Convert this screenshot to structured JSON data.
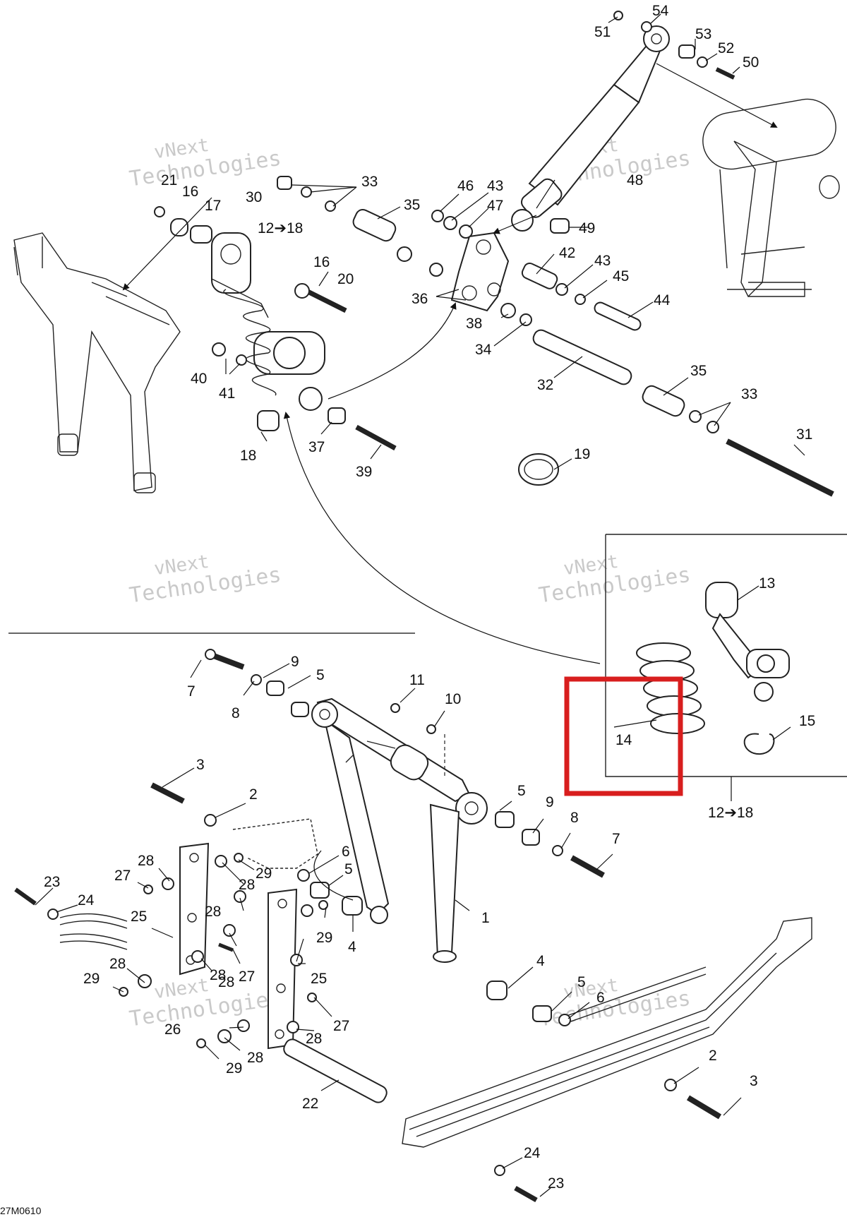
{
  "diagram": {
    "reference_code": "27M0610",
    "highlight_color": "#d81e1e",
    "watermark": {
      "line1": "vNext",
      "line2": "Technologies"
    },
    "inset_callout": "12➔18",
    "callouts": [
      {
        "id": "c51",
        "label": "51"
      },
      {
        "id": "c54",
        "label": "54"
      },
      {
        "id": "c53",
        "label": "53"
      },
      {
        "id": "c52",
        "label": "52"
      },
      {
        "id": "c50",
        "label": "50"
      },
      {
        "id": "c21",
        "label": "21"
      },
      {
        "id": "c16a",
        "label": "16"
      },
      {
        "id": "c17",
        "label": "17"
      },
      {
        "id": "c30",
        "label": "30"
      },
      {
        "id": "c33a",
        "label": "33"
      },
      {
        "id": "c35a",
        "label": "35"
      },
      {
        "id": "c46",
        "label": "46"
      },
      {
        "id": "c43a",
        "label": "43"
      },
      {
        "id": "c47",
        "label": "47"
      },
      {
        "id": "c48",
        "label": "48"
      },
      {
        "id": "c49",
        "label": "49"
      },
      {
        "id": "c1218a",
        "label": "12➔18"
      },
      {
        "id": "c16b",
        "label": "16"
      },
      {
        "id": "c20",
        "label": "20"
      },
      {
        "id": "c42",
        "label": "42"
      },
      {
        "id": "c43b",
        "label": "43"
      },
      {
        "id": "c45",
        "label": "45"
      },
      {
        "id": "c36",
        "label": "36"
      },
      {
        "id": "c38",
        "label": "38"
      },
      {
        "id": "c44",
        "label": "44"
      },
      {
        "id": "c34",
        "label": "34"
      },
      {
        "id": "c40",
        "label": "40"
      },
      {
        "id": "c41",
        "label": "41"
      },
      {
        "id": "c32",
        "label": "32"
      },
      {
        "id": "c35b",
        "label": "35"
      },
      {
        "id": "c33b",
        "label": "33"
      },
      {
        "id": "c18",
        "label": "18"
      },
      {
        "id": "c37",
        "label": "37"
      },
      {
        "id": "c39",
        "label": "39"
      },
      {
        "id": "c19",
        "label": "19"
      },
      {
        "id": "c31",
        "label": "31"
      },
      {
        "id": "c13",
        "label": "13"
      },
      {
        "id": "c14",
        "label": "14"
      },
      {
        "id": "c15",
        "label": "15"
      },
      {
        "id": "c9a",
        "label": "9"
      },
      {
        "id": "c7a",
        "label": "7"
      },
      {
        "id": "c8a",
        "label": "8"
      },
      {
        "id": "c5a",
        "label": "5"
      },
      {
        "id": "c11",
        "label": "11"
      },
      {
        "id": "c10",
        "label": "10"
      },
      {
        "id": "c3a",
        "label": "3"
      },
      {
        "id": "c2a",
        "label": "2"
      },
      {
        "id": "c5b",
        "label": "5"
      },
      {
        "id": "c9b",
        "label": "9"
      },
      {
        "id": "c8b",
        "label": "8"
      },
      {
        "id": "c7b",
        "label": "7"
      },
      {
        "id": "c6a",
        "label": "6"
      },
      {
        "id": "c5c",
        "label": "5"
      },
      {
        "id": "c28a",
        "label": "28"
      },
      {
        "id": "c27a",
        "label": "27"
      },
      {
        "id": "c29a",
        "label": "29"
      },
      {
        "id": "c28b",
        "label": "28"
      },
      {
        "id": "c23a",
        "label": "23"
      },
      {
        "id": "c24a",
        "label": "24"
      },
      {
        "id": "c25a",
        "label": "25"
      },
      {
        "id": "c28c",
        "label": "28"
      },
      {
        "id": "c29b",
        "label": "29"
      },
      {
        "id": "c4a",
        "label": "4"
      },
      {
        "id": "c1",
        "label": "1"
      },
      {
        "id": "c28d",
        "label": "28"
      },
      {
        "id": "c27b",
        "label": "27"
      },
      {
        "id": "c28e",
        "label": "28"
      },
      {
        "id": "c29c",
        "label": "29"
      },
      {
        "id": "c28f",
        "label": "28"
      },
      {
        "id": "c25b",
        "label": "25"
      },
      {
        "id": "c4b",
        "label": "4"
      },
      {
        "id": "c5d",
        "label": "5"
      },
      {
        "id": "c6b",
        "label": "6"
      },
      {
        "id": "c27c",
        "label": "27"
      },
      {
        "id": "c26",
        "label": "26"
      },
      {
        "id": "c28g",
        "label": "28"
      },
      {
        "id": "c28h",
        "label": "28"
      },
      {
        "id": "c29d",
        "label": "29"
      },
      {
        "id": "c22",
        "label": "22"
      },
      {
        "id": "c2b",
        "label": "2"
      },
      {
        "id": "c3b",
        "label": "3"
      },
      {
        "id": "c24b",
        "label": "24"
      },
      {
        "id": "c23b",
        "label": "23"
      }
    ]
  }
}
